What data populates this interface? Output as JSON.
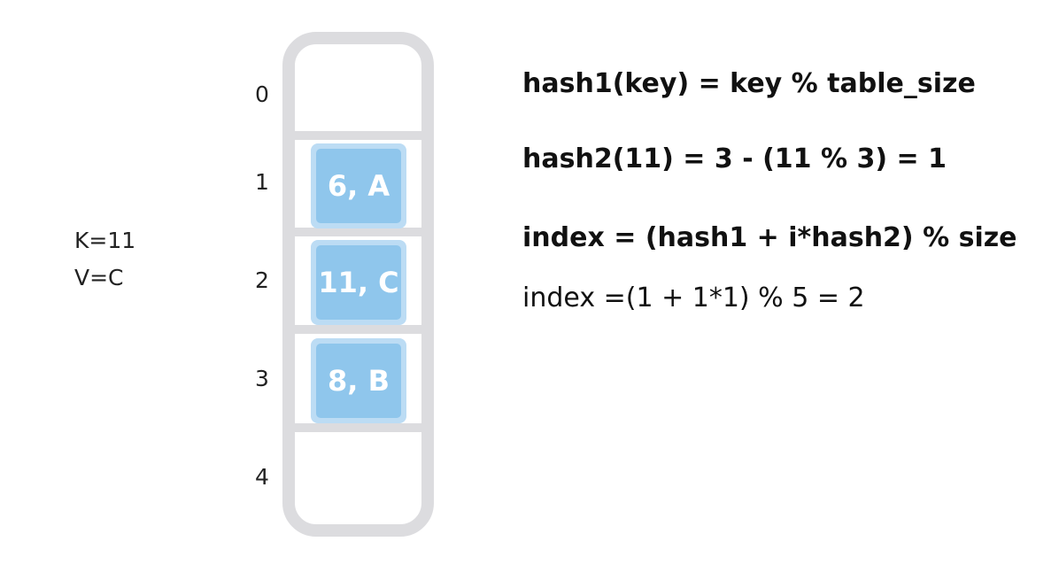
{
  "input": {
    "key_label": "K=11",
    "value_label": "V=C"
  },
  "table": {
    "indices": [
      "0",
      "1",
      "2",
      "3",
      "4"
    ],
    "cells": {
      "1": "6, A",
      "2": "11, C",
      "3": "8, B"
    }
  },
  "formulas": {
    "hash1": "hash1(key) = key % table_size",
    "hash2": "hash2(11) = 3 - (11 % 3) = 1",
    "index_general": "index = (hash1 + i*hash2) % size",
    "index_computed": "index =(1  +  1*1) % 5 = 2"
  },
  "colors": {
    "table_frame": "#dcdcdf",
    "cell_outer": "#bcdcf4",
    "cell_inner": "#8fc6ec",
    "cell_text": "#ffffff"
  }
}
